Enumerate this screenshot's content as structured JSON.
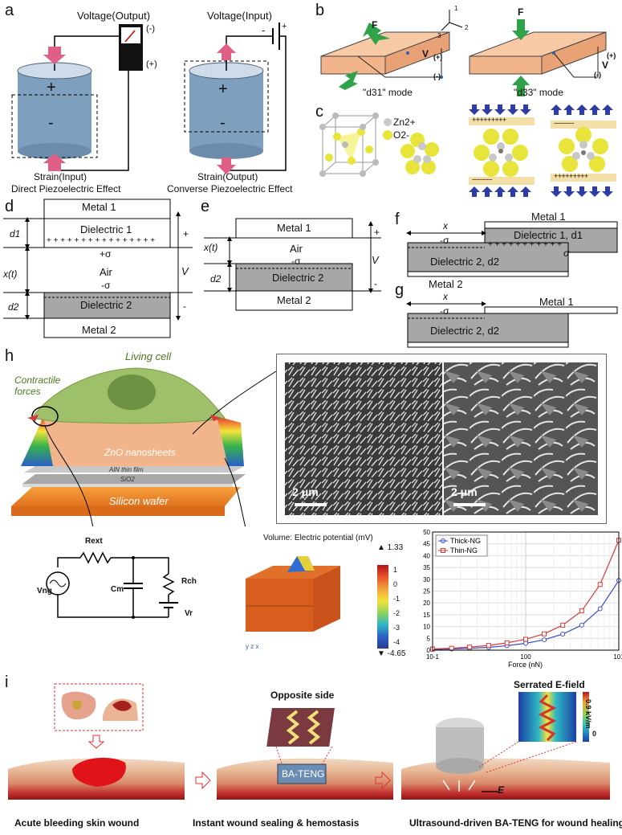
{
  "panels": {
    "a": "a",
    "b": "b",
    "c": "c",
    "d": "d",
    "e": "e",
    "f": "f",
    "g": "g",
    "h": "h",
    "i": "i"
  },
  "a": {
    "left_top": "Voltage(Output)",
    "left_minus": "(-)",
    "left_plus": "(+)",
    "left_bottom": "Strain(Input)",
    "left_caption": "Direct Piezoelectric Effect",
    "right_top": "Voltage(Input)",
    "right_minus": "-",
    "right_plus": "+",
    "right_bottom": "Strain(Output)",
    "right_caption": "Converse Piezoelectric Effect",
    "plus_sign": "+",
    "minus_sign": "-"
  },
  "b": {
    "force": "F",
    "volt": "V",
    "plus": "(+)",
    "minus": "(-)",
    "ax1": "1",
    "ax2": "2",
    "ax3": "3",
    "mode_left": "\"d31\" mode",
    "mode_right": "\"d33\" mode"
  },
  "c": {
    "zn": "Zn2+",
    "o": "O2-",
    "plus_row": "+++++++++",
    "minus_row": "----------"
  },
  "d": {
    "metal1": "Metal 1",
    "d1": "d1",
    "dielectric1": "Dielectric 1",
    "plus_row": "+ + + + + + + + + + + + + + + +",
    "plus_sigma": "+σ",
    "xt": "x(t)",
    "air": "Air",
    "minus_sigma": "-σ",
    "d2": "d2",
    "dielectric2": "Dielectric 2",
    "metal2": "Metal 2",
    "plus": "+",
    "minus": "-",
    "v": "V"
  },
  "e": {
    "metal1": "Metal 1",
    "xt": "x(t)",
    "air": "Air",
    "minus_sigma": "-σ",
    "d2": "d2",
    "dielectric2": "Dielectric 2",
    "metal2": "Metal 2",
    "plus": "+",
    "minus": "-",
    "v": "V"
  },
  "f": {
    "metal1": "Metal 1",
    "x": "x",
    "minus_sigma": "-σ",
    "dielectric1": "Dielectric 1, d1",
    "plus_row": "+ + + + + + + + + + +",
    "sigma": "σ",
    "dielectric2": "Dielectric 2, d2",
    "metal2": "Metal 2"
  },
  "g": {
    "metal1": "Metal 1",
    "x": "x",
    "minus_sigma": "-σ",
    "dielectric2": "Dielectric 2, d2"
  },
  "h": {
    "living_cell": "Living cell",
    "contractile": "Contractile forces",
    "zno": "ZnO nanosheets",
    "aln": "AlN thin film",
    "sio2": "SiO2",
    "silicon": "Silicon wafer",
    "scale_left": "2 μm",
    "scale_right": "2 μm",
    "rext": "Rext",
    "rch": "Rch",
    "cm": "Cm",
    "vng": "Vng",
    "vr": "Vr",
    "volume_title": "Volume: Electric potential (mV)",
    "cb_max": "▲ 1.33",
    "cb_min": "▼ -4.65",
    "cb_ticks": [
      "1",
      "0",
      "-1",
      "-2",
      "-3",
      "-4"
    ],
    "axes": "y z x"
  },
  "i": {
    "opposite": "Opposite side",
    "ba_teng": "BA-TENG",
    "serrated": "Serrated E-field",
    "e_vec": "E",
    "cb_top": "0.9 kV/m",
    "cb_bottom": "0",
    "cap1": "Acute bleeding skin wound",
    "cap2": "Instant wound sealing & hemostasis",
    "cap3": "Ultrasound-driven BA-TENG for wound healing"
  },
  "colors": {
    "blue_cyl": "#7f9fbe",
    "orange_slab": "#f2b48a",
    "arrow_pink": "#e05f86",
    "arrow_green": "#2fa24a",
    "dielectric_gray": "#a7a7a7",
    "thick_ng": "#3b4fc4",
    "thin_ng": "#d33b3b"
  },
  "chart_data": {
    "type": "line",
    "xlabel": "Force (nN)",
    "ylabel": "",
    "xscale": "log",
    "xlim": [
      0.1,
      10
    ],
    "ylim": [
      0,
      50
    ],
    "yticks": [
      0,
      5,
      10,
      15,
      20,
      25,
      30,
      35,
      40,
      45,
      50
    ],
    "xticks": [
      "10-1",
      "100",
      "101"
    ],
    "legend": "top-left",
    "grid": true,
    "series": [
      {
        "name": "Thick-NG",
        "x": [
          0.1,
          0.16,
          0.25,
          0.4,
          0.63,
          1.0,
          1.58,
          2.5,
          4.0,
          6.3,
          10.0
        ],
        "values": [
          0.3,
          0.5,
          0.8,
          1.2,
          1.9,
          2.9,
          4.4,
          6.8,
          10.6,
          17.5,
          29.5
        ]
      },
      {
        "name": "Thin-NG",
        "x": [
          0.1,
          0.16,
          0.25,
          0.4,
          0.63,
          1.0,
          1.58,
          2.5,
          4.0,
          6.3,
          10.0
        ],
        "values": [
          0.5,
          0.8,
          1.3,
          2.0,
          3.1,
          4.6,
          6.9,
          10.6,
          16.6,
          27.8,
          46.5
        ]
      }
    ]
  }
}
